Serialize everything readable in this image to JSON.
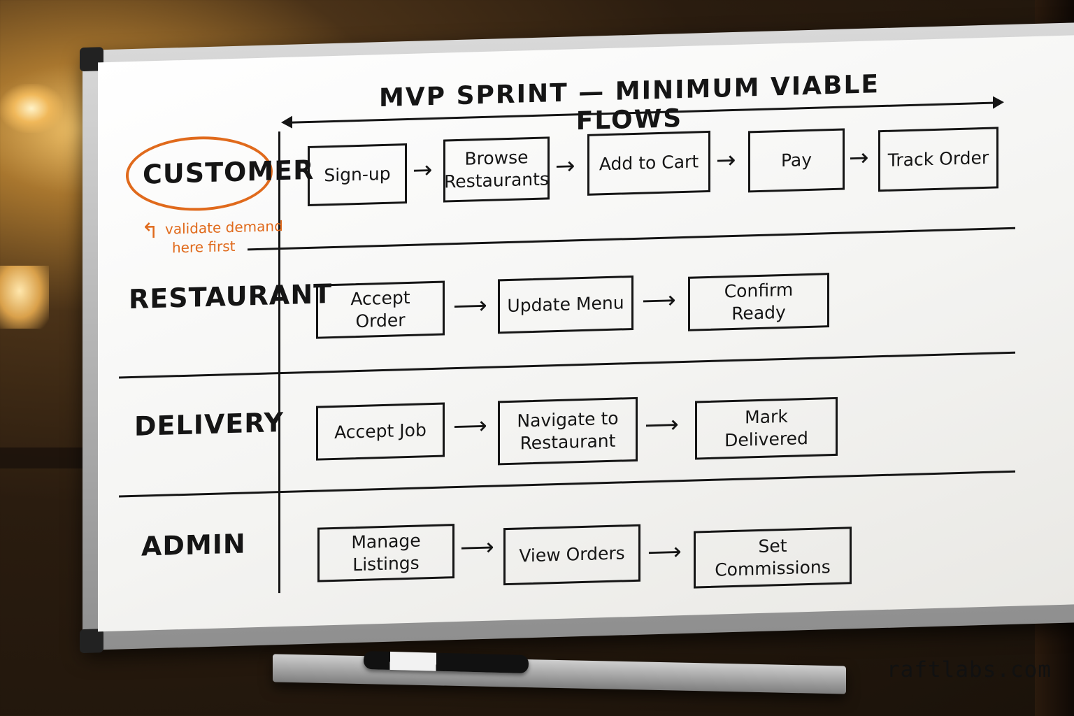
{
  "board": {
    "title": "MVP SPRINT — MINIMUM VIABLE FLOWS",
    "lanes": [
      {
        "label": "CUSTOMER",
        "steps": [
          "Sign-up",
          "Browse Restaurants",
          "Add to Cart",
          "Pay",
          "Track Order"
        ]
      },
      {
        "label": "RESTAURANT",
        "steps": [
          "Accept Order",
          "Update Menu",
          "Confirm Ready"
        ]
      },
      {
        "label": "DELIVERY",
        "steps": [
          "Accept Job",
          "Navigate to Restaurant",
          "Mark Delivered"
        ]
      },
      {
        "label": "ADMIN",
        "steps": [
          "Manage Listings",
          "View Orders",
          "Set Commissions"
        ]
      }
    ],
    "annotation": {
      "line1": "validate demand",
      "line2": "here first"
    },
    "highlight_color": "#e06a1c",
    "marker_color": "#151515"
  },
  "footer": {
    "watermark": "raftlabs.com"
  }
}
